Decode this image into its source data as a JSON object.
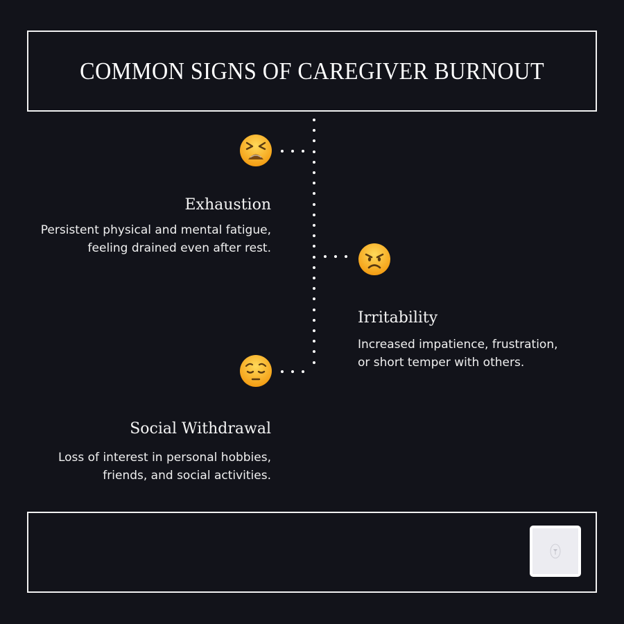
{
  "header": {
    "title": "COMMON SIGNS OF CAREGIVER BURNOUT"
  },
  "timeline": {
    "items": [
      {
        "icon": "tired-face-emoji",
        "title": "Exhaustion",
        "description": "Persistent physical and mental fatigue,\nfeeling drained even after rest.",
        "side": "left"
      },
      {
        "icon": "angry-face-emoji",
        "title": "Irritability",
        "description": "Increased impatience, frustration,\nor short temper with others.",
        "side": "right"
      },
      {
        "icon": "pensive-face-emoji",
        "title": "Social Withdrawal",
        "description": "Loss of interest in personal hobbies,\nfriends, and social activities.",
        "side": "left"
      }
    ]
  },
  "footer": {
    "logo_icon": "logo-placeholder-icon"
  },
  "colors": {
    "background": "#12131a",
    "text": "#f2f2f2",
    "emoji_yellow": "#f7b520",
    "logo_tile": "#ececf1"
  }
}
